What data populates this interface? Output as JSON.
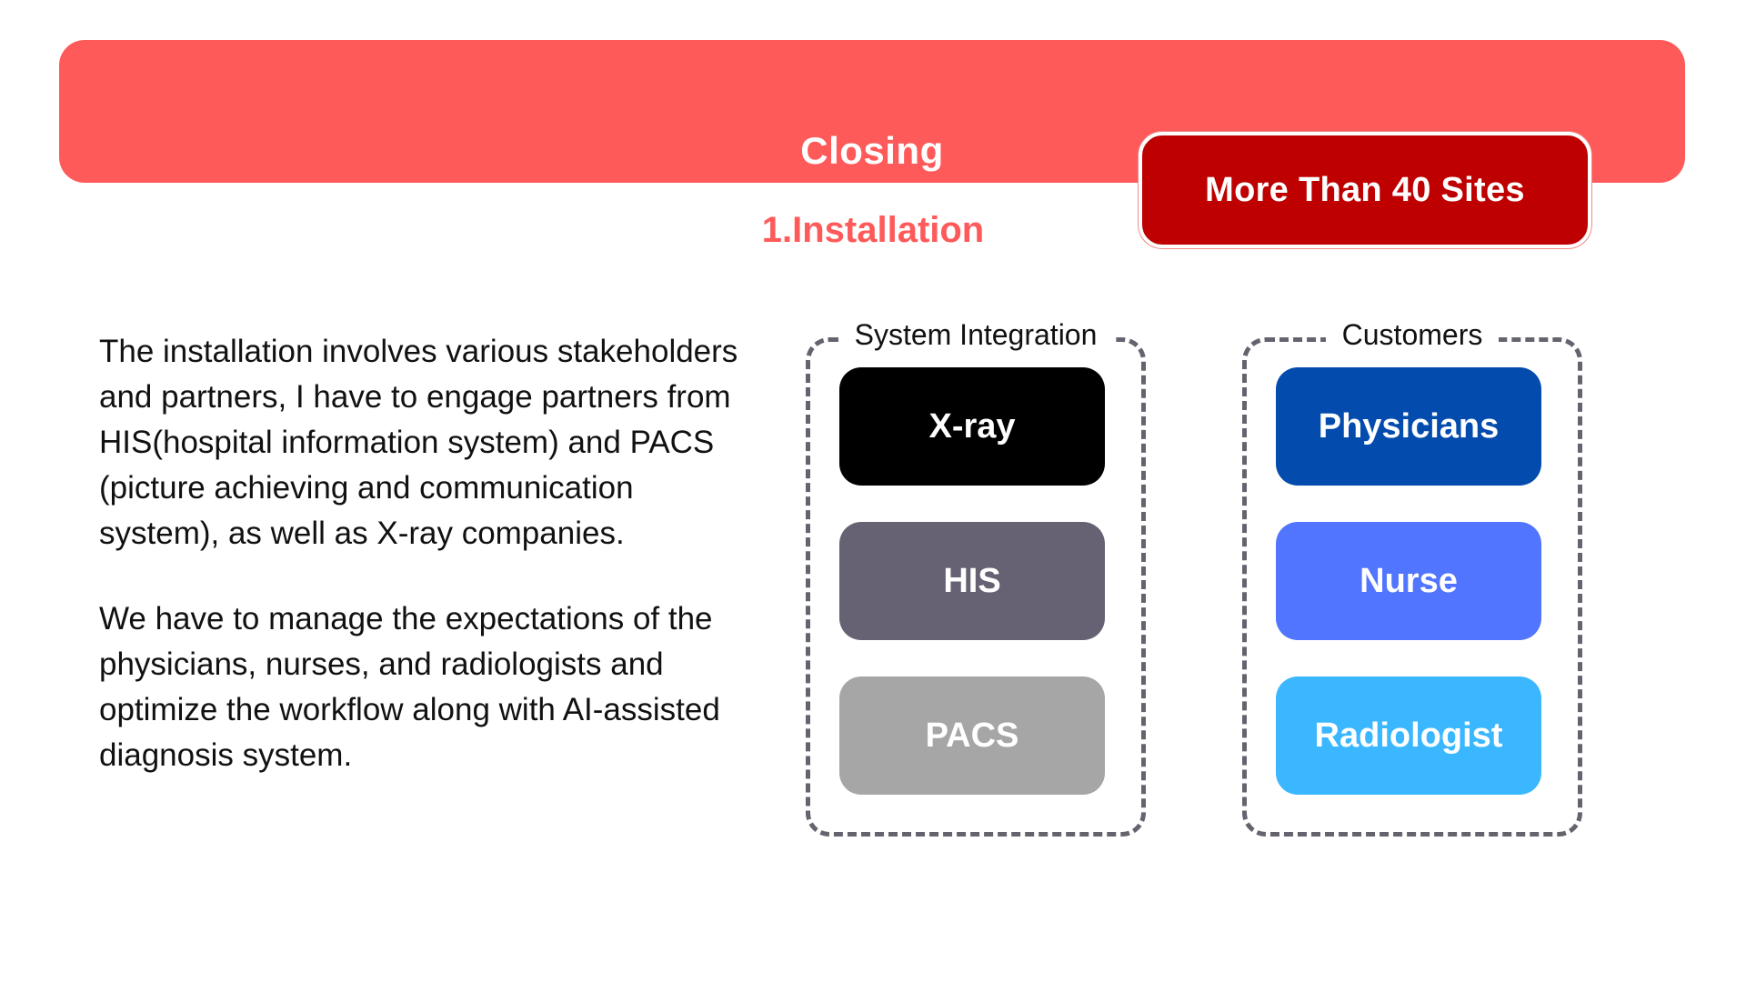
{
  "banner": {
    "title": "Closing",
    "color": "#FF5A5A"
  },
  "badge": {
    "label": "More Than 40 Sites",
    "color": "#BE0000"
  },
  "section": {
    "heading": "1.Installation"
  },
  "body": {
    "paragraphs": [
      "The installation involves various stakeholders and partners, I have to engage partners from HIS(hospital information system) and PACS (picture achieving and communication system), as well as X-ray companies.",
      "We have to manage the expectations of the physicians, nurses, and radiologists and optimize the workflow along with AI-assisted diagnosis system."
    ]
  },
  "groups": {
    "system_integration": {
      "label": "System Integration",
      "items": [
        {
          "label": "X-ray",
          "color": "#000000"
        },
        {
          "label": "HIS",
          "color": "#676273"
        },
        {
          "label": "PACS",
          "color": "#A6A6A6"
        }
      ]
    },
    "customers": {
      "label": "Customers",
      "items": [
        {
          "label": "Physicians",
          "color": "#034BAD"
        },
        {
          "label": "Nurse",
          "color": "#5275FF"
        },
        {
          "label": "Radiologist",
          "color": "#3AB7FF"
        }
      ]
    }
  }
}
